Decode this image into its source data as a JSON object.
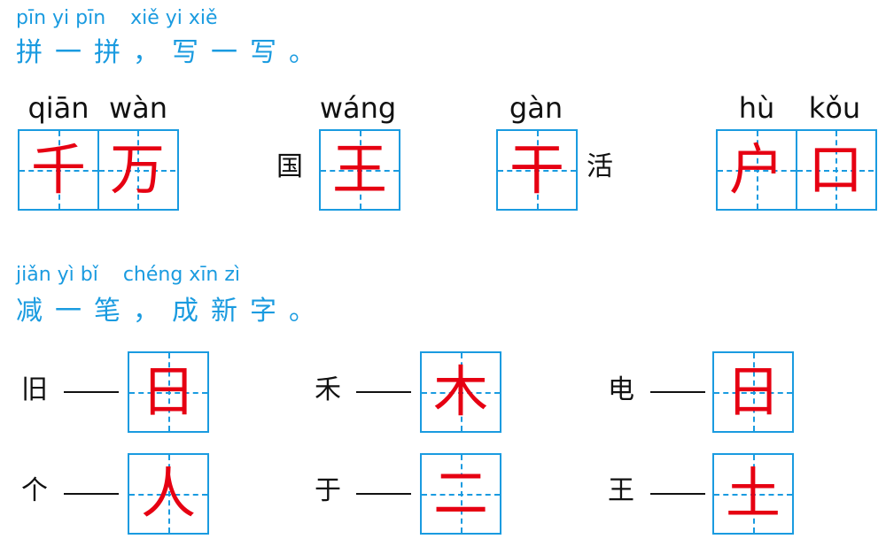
{
  "section1": {
    "pinyin": "pīn yi pīn    xiě yi xiě",
    "title": "拼一拼，写一写。",
    "items": [
      {
        "pinyin": [
          "qiān",
          "wàn"
        ],
        "chars": [
          "千",
          "万"
        ]
      },
      {
        "pinyin": [
          "wáng"
        ],
        "chars": [
          "王"
        ],
        "before": "国"
      },
      {
        "pinyin": [
          "gàn"
        ],
        "chars": [
          "干"
        ],
        "after": "活"
      },
      {
        "pinyin": [
          "hù",
          "kǒu"
        ],
        "chars": [
          "户",
          "口"
        ]
      }
    ]
  },
  "section2": {
    "pinyin": "jiǎn yì bǐ    chéng xīn zì",
    "title": "减一笔，成新字。",
    "rows": [
      [
        {
          "from": "旧",
          "to": "日"
        },
        {
          "from": "禾",
          "to": "木"
        },
        {
          "from": "电",
          "to": "日"
        }
      ],
      [
        {
          "from": "个",
          "to": "人"
        },
        {
          "from": "于",
          "to": "二"
        },
        {
          "from": "王",
          "to": "土"
        }
      ]
    ]
  },
  "colors": {
    "accent": "#1a9be0",
    "answer": "#e60012",
    "text": "#111111"
  }
}
